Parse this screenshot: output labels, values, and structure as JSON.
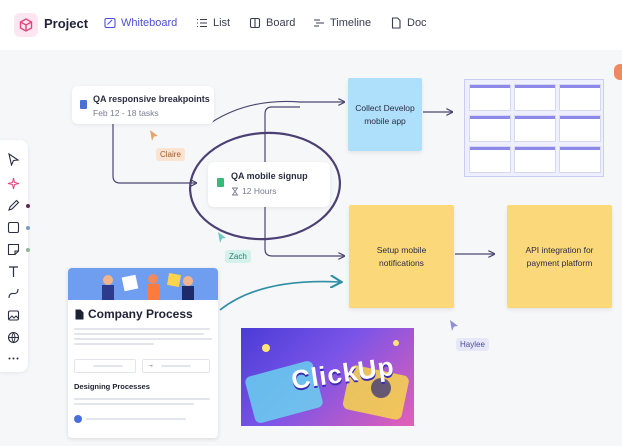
{
  "header": {
    "project_title": "Project",
    "tabs": [
      {
        "label": "Whiteboard",
        "active": true
      },
      {
        "label": "List",
        "active": false
      },
      {
        "label": "Board",
        "active": false
      },
      {
        "label": "Timeline",
        "active": false
      },
      {
        "label": "Doc",
        "active": false
      }
    ]
  },
  "colors": {
    "accent": "#4b4fd6",
    "sticky_blue": "#aee0fb",
    "sticky_yellow": "#fbd97a",
    "connector": "#4a4570",
    "highlight_circle": "#4c3f74"
  },
  "canvas": {
    "tasks": [
      {
        "title": "QA responsive breakpoints",
        "subtitle": "Feb 12 - 18 tasks"
      },
      {
        "title": "QA mobile signup",
        "subtitle": "12 Hours"
      }
    ],
    "stickies": [
      {
        "text": "Collect Develop mobile app"
      },
      {
        "text": "Setup mobile notifications"
      },
      {
        "text": "API integration for payment platform"
      }
    ],
    "cursors": [
      {
        "name": "Claire"
      },
      {
        "name": "Zach"
      },
      {
        "name": "Haylee"
      }
    ],
    "doc": {
      "title": "Company Process",
      "section": "Designing Processes"
    },
    "image_text": "ClickUp"
  }
}
